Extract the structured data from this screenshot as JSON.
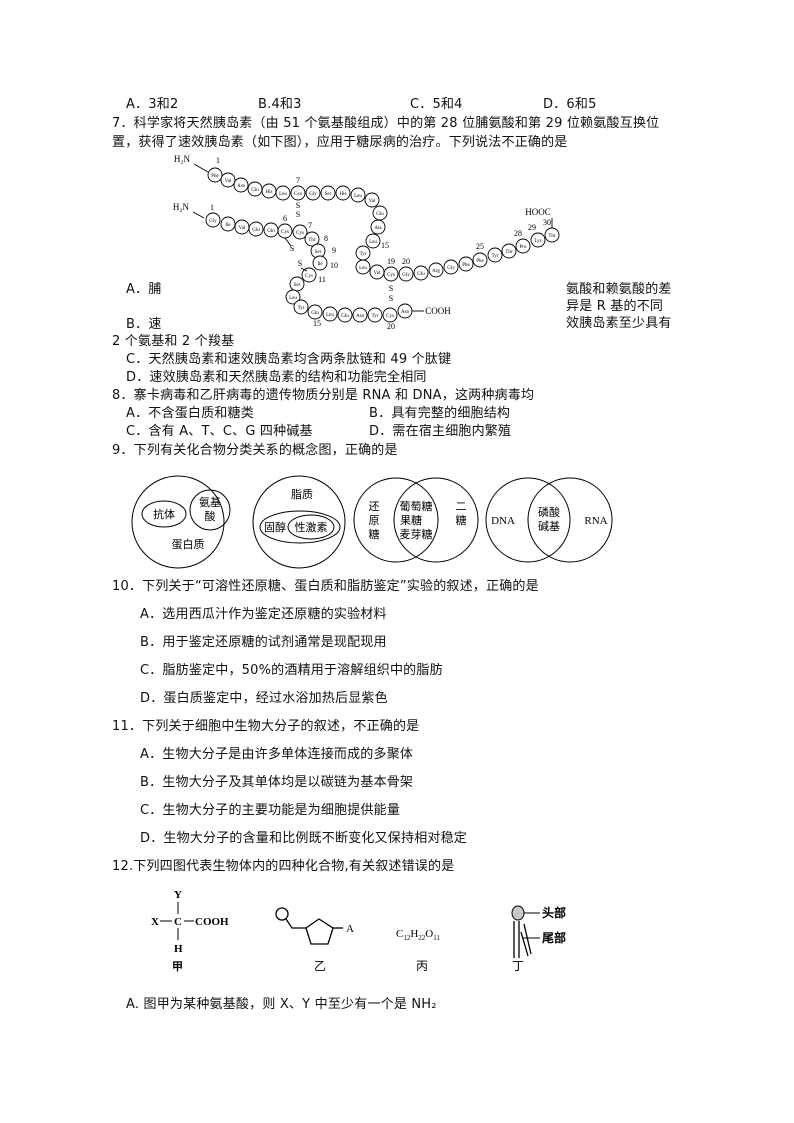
{
  "q6_options": {
    "A": "A．3和2",
    "B": "B.4和3",
    "C": "C．5和4",
    "D": "D．6和5"
  },
  "q7": {
    "stem_line1": "7．科学家将天然胰岛素（由 51 个氨基酸组成）中的第 28 位脯氨酸和第 29 位赖氨酸互换位",
    "stem_line2": "置，获得了速效胰岛素（如下图），应用于糖尿病的治疗。下列说法不正确的是",
    "optA_left": "A．脯",
    "optA_right": "氨酸和赖氨酸的差",
    "optA_right2": "异是 R 基的不同",
    "optB_left": "B．速",
    "optB_right": "效胰岛素至少具有",
    "optB_cont": "2 个氨基和 2 个羧基",
    "optC": "C．天然胰岛素和速效胰岛素均含两条肽链和 49 个肽键",
    "optD": "D．速效胰岛素和天然胰岛素的结构和功能完全相同",
    "figure": {
      "chain_b_top": [
        "Phe",
        "Val",
        "Asn",
        "Gln",
        "His",
        "Leu",
        "Cys",
        "Gly",
        "Ser",
        "His",
        "Leu",
        "Val",
        "Glu",
        "Ala",
        "Leu",
        "Tyr",
        "Leu",
        "Val",
        "Cys",
        "Gly",
        "Glu",
        "Arg",
        "Gly",
        "Phe",
        "Phe",
        "Tyr",
        "Thr",
        "Pro",
        "Lys",
        "Thr"
      ],
      "chain_a": [
        "Gly",
        "Ile",
        "Val",
        "Glu",
        "Gln",
        "Cys",
        "Cys",
        "Thr",
        "Ser",
        "Ile",
        "Cys",
        "Ser",
        "Leu",
        "Tyr",
        "Gln",
        "Leu",
        "Glu",
        "Asn",
        "Tyr",
        "Cys",
        "Asn"
      ],
      "labels": {
        "h2n": "H₂N",
        "hooc": "HOOC",
        "cooh": "COOH",
        "s": "S"
      },
      "numbers_b": [
        "1",
        "7",
        "15",
        "19",
        "20",
        "25",
        "28",
        "29",
        "30"
      ],
      "numbers_a": [
        "1",
        "6",
        "7",
        "8",
        "9",
        "10",
        "11",
        "15",
        "20"
      ]
    }
  },
  "q8": {
    "stem": "8．寨卡病毒和乙肝病毒的遗传物质分别是 RNA 和 DNA，这两种病毒均",
    "A": "A．不含蛋白质和糖类",
    "B": "B．具有完整的细胞结构",
    "C": "C．含有 A、T、C、G 四种碱基",
    "D": "D．需在宿主细胞内繁殖"
  },
  "q9": {
    "stem": "9．下列有关化合物分类关系的概念图，正确的是",
    "diagrams": [
      {
        "outer": "蛋白质",
        "inner": [
          "抗体",
          "氨基酸"
        ]
      },
      {
        "outer": "脂质",
        "middle": "固醇",
        "inner": "性激素"
      },
      {
        "left": "还原糖",
        "center": [
          "葡萄糖",
          "果糖",
          "麦芽糖"
        ],
        "right": "二糖"
      },
      {
        "left": "DNA",
        "center": [
          "磷酸",
          "碱基"
        ],
        "right": "RNA"
      }
    ]
  },
  "q10": {
    "stem": "10．下列关于“可溶性还原糖、蛋白质和脂肪鉴定”实验的叙述，正确的是",
    "A": "A．选用西瓜汁作为鉴定还原糖的实验材料",
    "B": "B．用于鉴定还原糖的试剂通常是现配现用",
    "C": "C．脂肪鉴定中，50%的酒精用于溶解组织中的脂肪",
    "D": "D．蛋白质鉴定中，经过水浴加热后显紫色"
  },
  "q11": {
    "stem": "11．下列关于细胞中生物大分子的叙述，不正确的是",
    "A": "A．生物大分子是由许多单体连接而成的多聚体",
    "B": "B．生物大分子及其单体均是以碳链为基本骨架",
    "C": "C．生物大分子的主要功能是为细胞提供能量",
    "D": "D．生物大分子的含量和比例既不断变化又保持相对稳定"
  },
  "q12": {
    "stem": "12.下列四图代表生物体内的四种化合物,有关叙述错误的是",
    "figs": {
      "jia": {
        "label": "甲",
        "x": "X",
        "y": "Y",
        "c": "C",
        "h": "H",
        "cooh": "COOH"
      },
      "yi": {
        "label": "乙",
        "a": "A"
      },
      "bing": {
        "label": "丙",
        "formula": "C12H22O11"
      },
      "ding": {
        "label": "丁",
        "head": "头部",
        "tail": "尾部"
      }
    },
    "A": "A. 图甲为某种氨基酸，则 X、Y 中至少有一个是 NH₂"
  }
}
